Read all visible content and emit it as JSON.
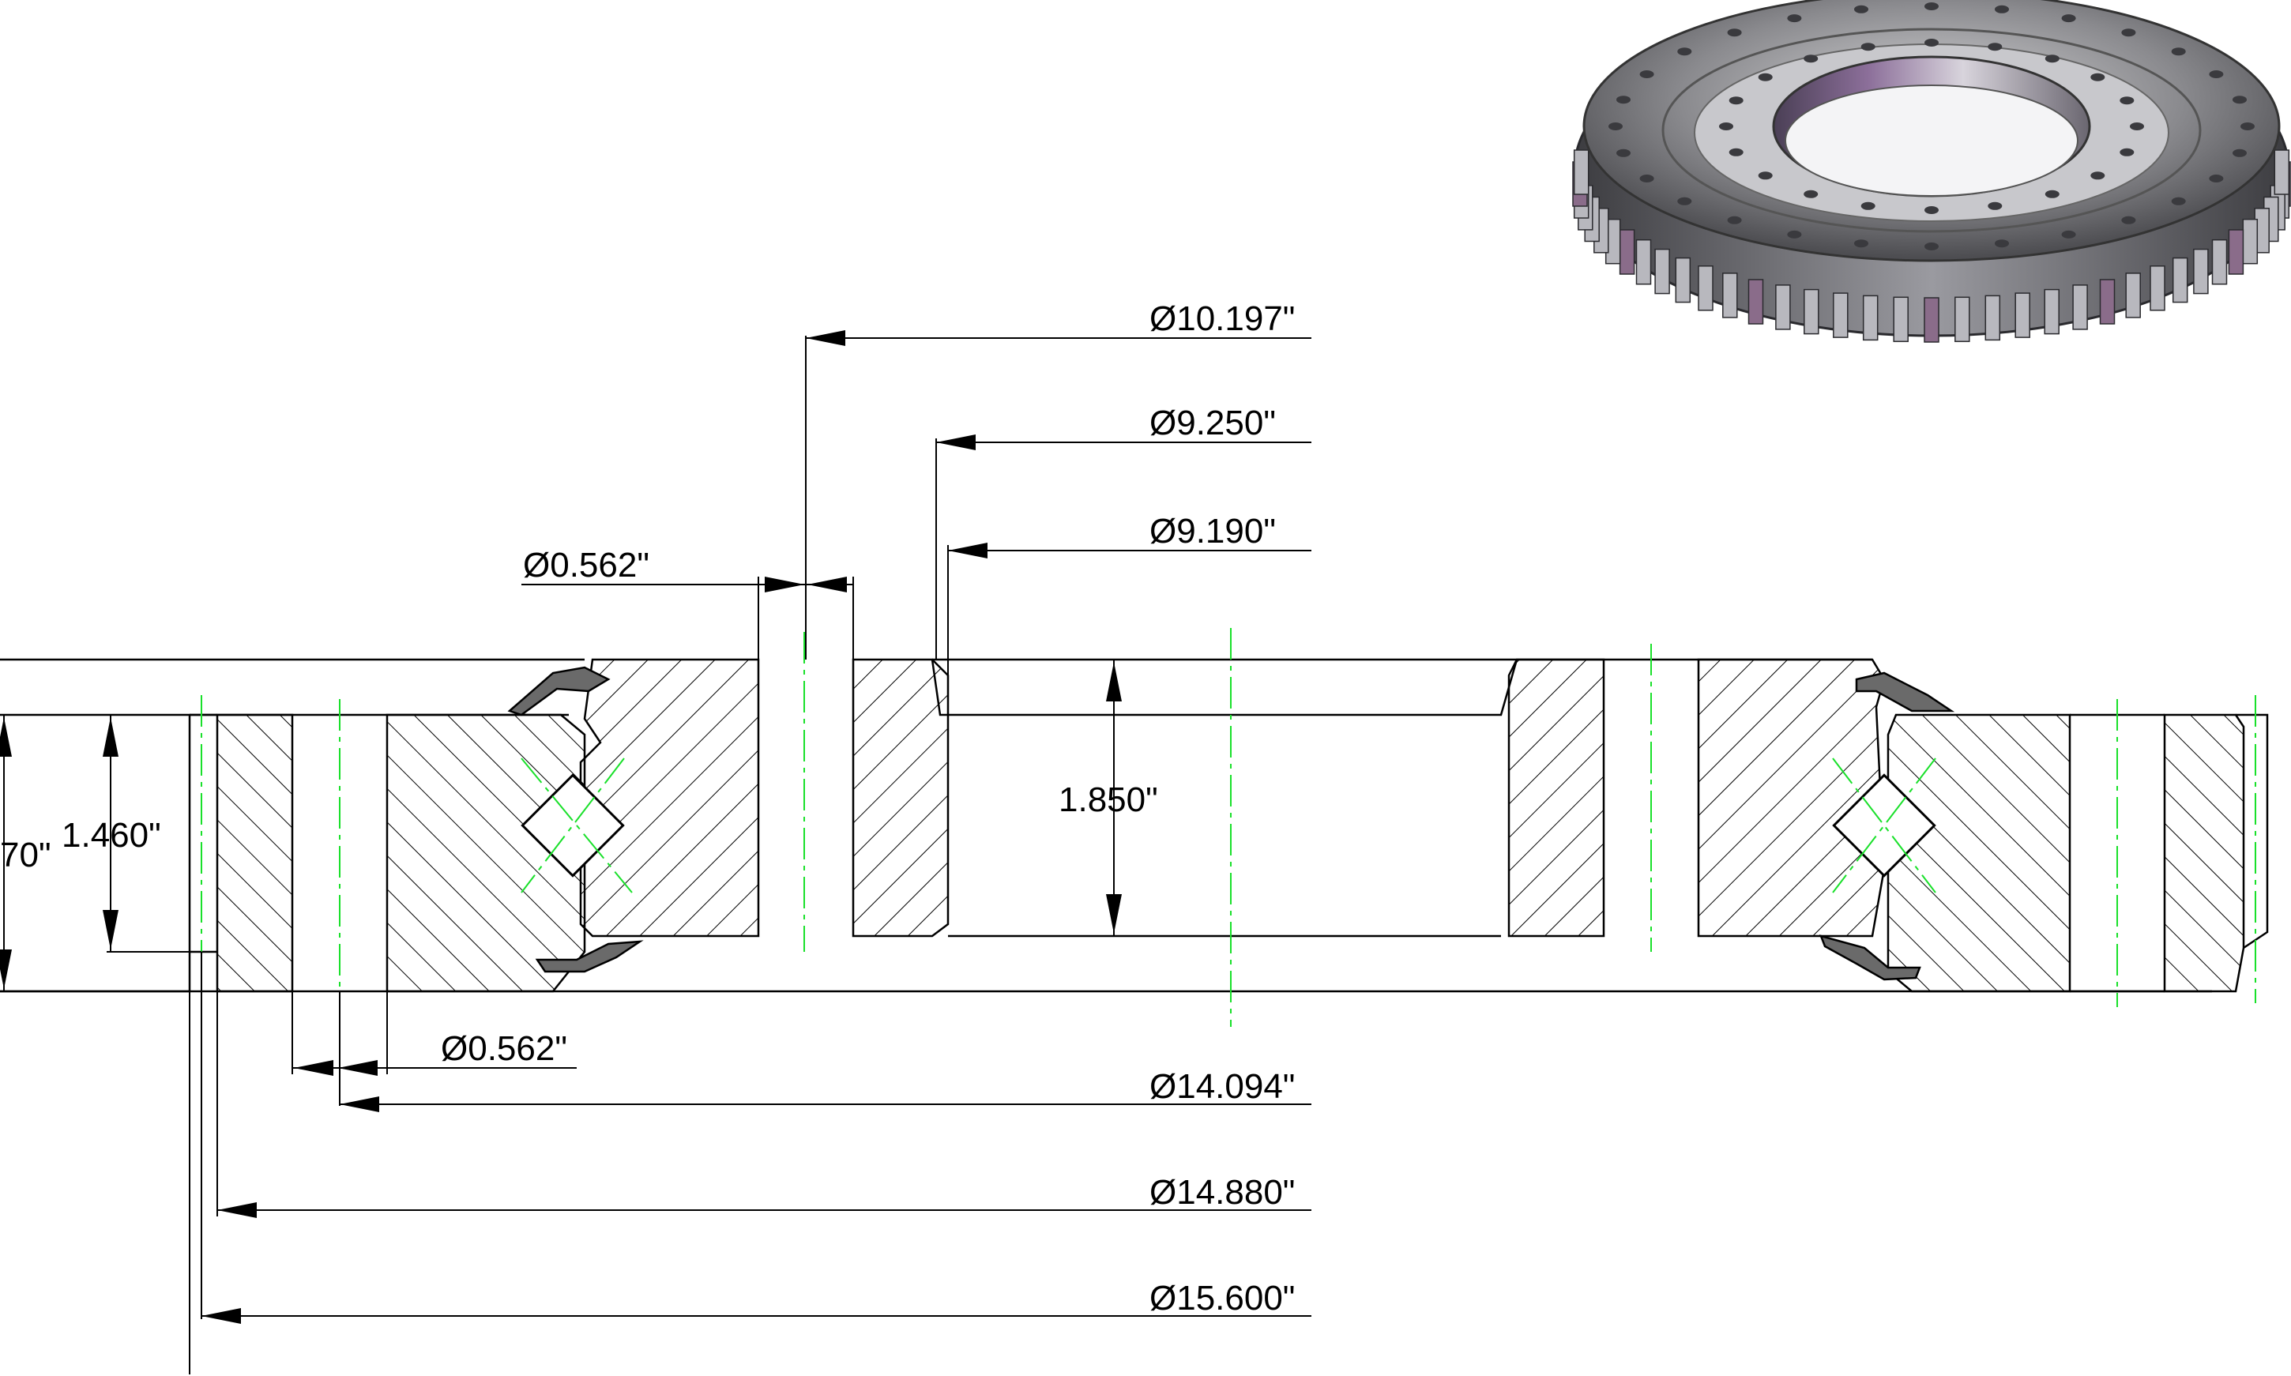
{
  "drawing": {
    "dimensions": {
      "d_10_197": "Ø10.197\"",
      "d_9_250": "Ø9.250\"",
      "d_9_190": "Ø9.190\"",
      "d_0_562_top": "Ø0.562\"",
      "height_1_850": "1.850\"",
      "height_1_460": "1.460\"",
      "height_partial": "70\"",
      "d_0_562_bottom": "Ø0.562\"",
      "d_14_094": "Ø14.094\"",
      "d_14_880": "Ø14.880\"",
      "d_15_600": "Ø15.600\""
    },
    "colors": {
      "line": "#000000",
      "centerline": "#19e02a",
      "background": "#ffffff",
      "render_body": "#6e6e70",
      "render_accent": "#8a6c8a"
    },
    "render": {
      "subject": "slewing-ring-gear-3d-render"
    }
  }
}
